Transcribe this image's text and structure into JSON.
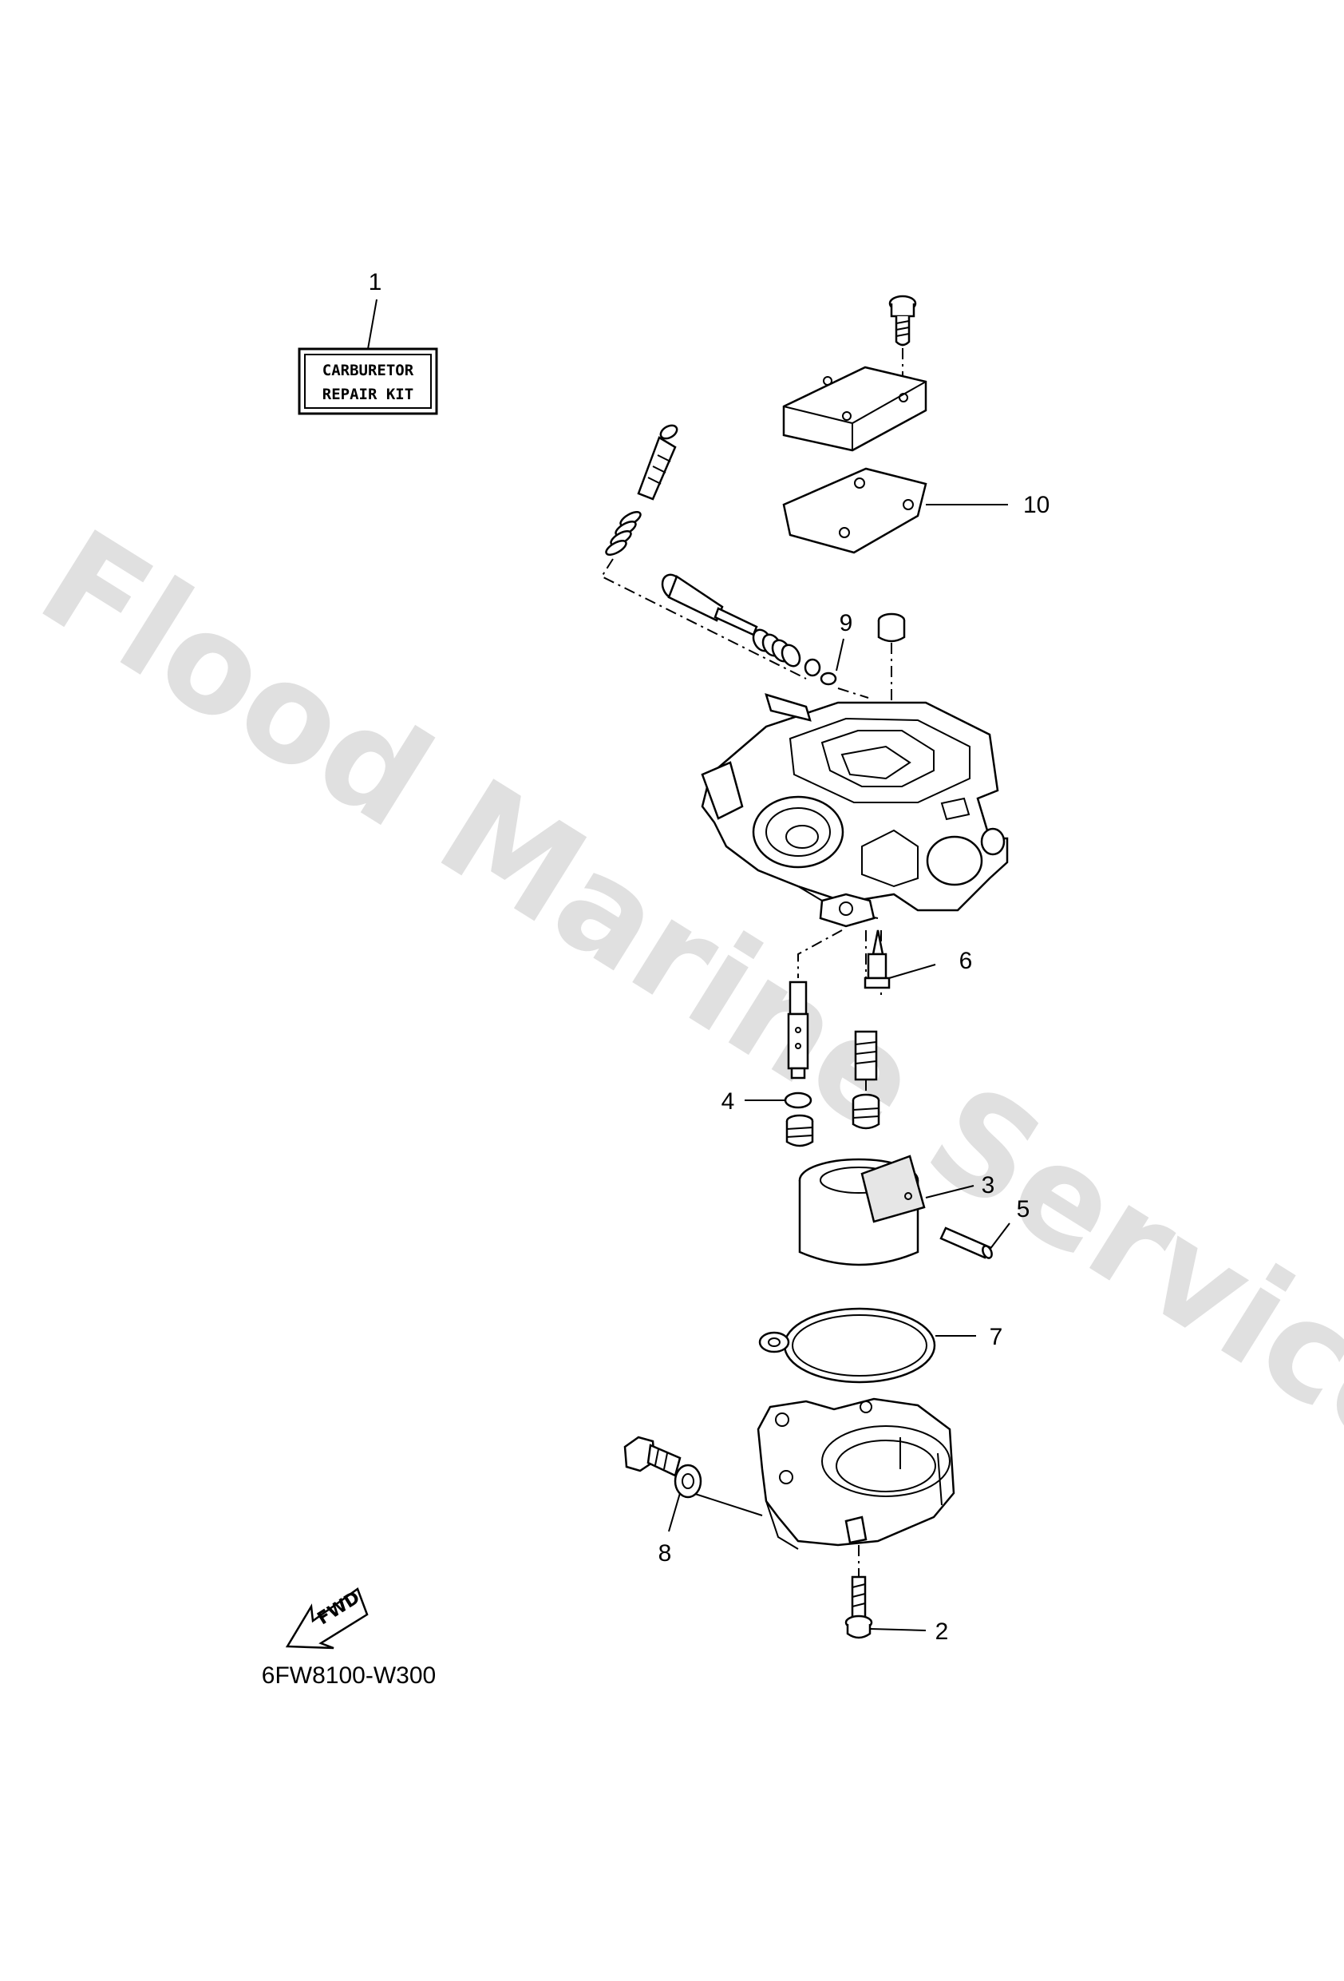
{
  "watermark": "Flood Marine Services",
  "kit_label": {
    "line1": "CARBURETOR",
    "line2": "REPAIR KIT"
  },
  "fwd_label": "FWD",
  "diagram_code": "6FW8100-W300",
  "callouts": {
    "c1": "1",
    "c2": "2",
    "c3": "3",
    "c4": "4",
    "c5": "5",
    "c6": "6",
    "c7": "7",
    "c8": "8",
    "c9": "9",
    "c10": "10"
  }
}
